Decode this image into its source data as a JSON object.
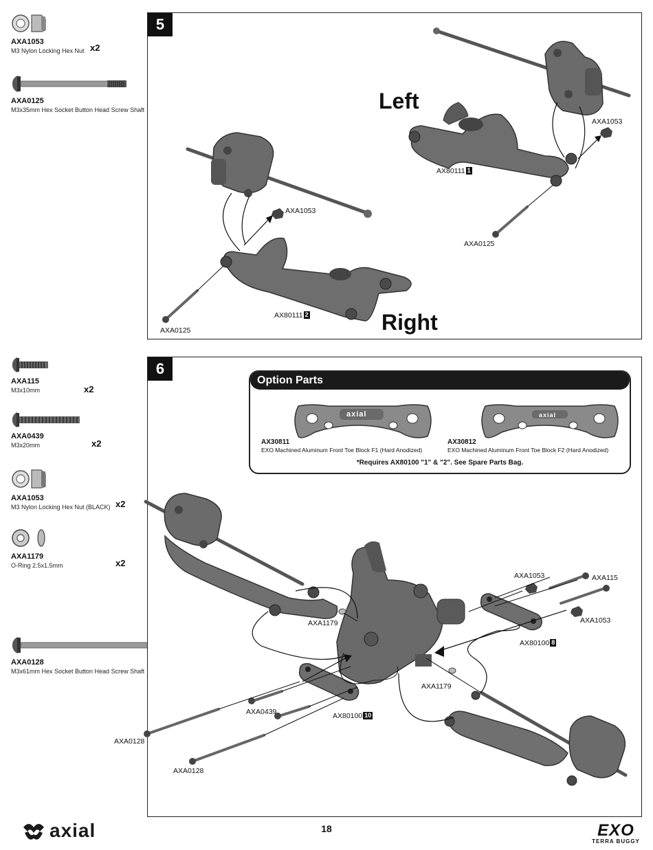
{
  "parts_step5": [
    {
      "code": "AXA1053",
      "desc": "M3 Nylon Locking Hex Nut",
      "qty": "x2",
      "icon": "hex-nut-icon"
    },
    {
      "code": "AXA0125",
      "desc": "M3x35mm Hex Socket Button Head Screw Shaft",
      "qty": "x2",
      "icon": "screw-shaft-icon"
    }
  ],
  "parts_step6": [
    {
      "code": "AXA115",
      "desc": "M3x10mm",
      "qty": "x2",
      "icon": "short-screw-icon"
    },
    {
      "code": "AXA0439",
      "desc": "M3x20mm",
      "qty": "x2",
      "icon": "screw-icon"
    },
    {
      "code": "AXA1053",
      "desc": "M3 Nylon Locking Hex Nut (BLACK)",
      "qty": "x2",
      "icon": "hex-nut-icon"
    },
    {
      "code": "AXA1179",
      "desc": "O-Ring 2.5x1.5mm",
      "qty": "x2",
      "icon": "o-ring-icon"
    },
    {
      "code": "AXA0128",
      "desc": "M3x61mm Hex Socket Button Head Screw Shaft",
      "qty": "x2",
      "icon": "long-screw-shaft-icon"
    }
  ],
  "step5": {
    "number": "5",
    "left_label": "Left",
    "right_label": "Right",
    "callouts": {
      "left_nut": "AXA1053",
      "left_arm": "AX80111",
      "left_arm_num": "1",
      "left_shaft": "AXA0125",
      "right_nut": "AXA1053",
      "right_arm": "AX80111",
      "right_arm_num": "2",
      "right_shaft": "AXA0125"
    }
  },
  "step6": {
    "number": "6",
    "callouts": {
      "oring_left": "AXA1179",
      "nut_top": "AXA1053",
      "screw_top": "AXA115",
      "nut_right": "AXA1053",
      "block_top": "AX80100",
      "block_top_num": "8",
      "oring_right": "AXA1179",
      "screw_left": "AXA0439",
      "block_bottom": "AX80100",
      "block_bottom_num": "10",
      "shaft_left": "AXA0128",
      "shaft_bottom": "AXA0128"
    }
  },
  "option_parts": {
    "title": "Option Parts",
    "items": [
      {
        "code": "AX30811",
        "desc": "EXO Machined Aluminum Front Toe Block F1 (Hard Anodized)"
      },
      {
        "code": "AX30812",
        "desc": "EXO Machined Aluminum Front Toe Block F2 (Hard Anodized)"
      }
    ],
    "note": "*Requires AX80100 \"1\" & \"2\".  See Spare Parts Bag.",
    "logo_text": "axial"
  },
  "footer": {
    "page_number": "18",
    "brand": "axial",
    "product": "EXO",
    "product_sub": "TERRA BUGGY"
  },
  "colors": {
    "ink": "#111111",
    "part_gray": "#6b6b6b",
    "part_dark": "#3a3a3a",
    "panel_header": "#1a1a1a"
  }
}
